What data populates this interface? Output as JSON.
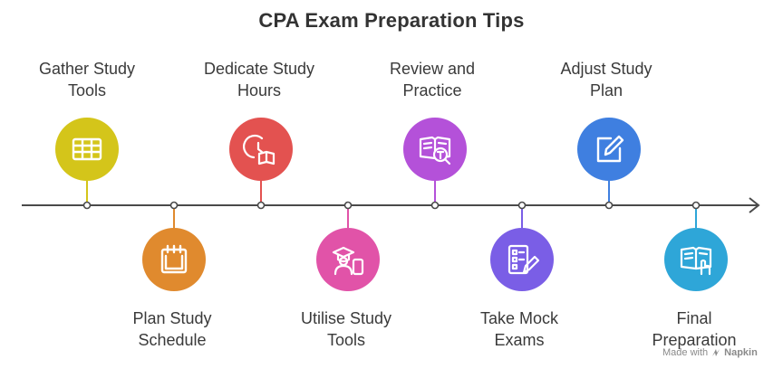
{
  "title": "CPA Exam Preparation Tips",
  "steps": [
    {
      "line1": "Gather Study",
      "line2": "Tools",
      "icon": "spreadsheet-icon",
      "color": "#d4c51a"
    },
    {
      "line1": "Plan Study",
      "line2": "Schedule",
      "icon": "calendar-icon",
      "color": "#e08a2e"
    },
    {
      "line1": "Dedicate Study",
      "line2": "Hours",
      "icon": "clock-book-icon",
      "color": "#e35250"
    },
    {
      "line1": "Utilise Study",
      "line2": "Tools",
      "icon": "graduate-device-icon",
      "color": "#e153a8"
    },
    {
      "line1": "Review and",
      "line2": "Practice",
      "icon": "book-search-icon",
      "color": "#b451d9"
    },
    {
      "line1": "Take Mock",
      "line2": "Exams",
      "icon": "exam-checklist-icon",
      "color": "#7a5ee6"
    },
    {
      "line1": "Adjust Study",
      "line2": "Plan",
      "icon": "edit-icon",
      "color": "#3f7fe0"
    },
    {
      "line1": "Final",
      "line2": "Preparation",
      "icon": "reading-book-icon",
      "color": "#2ea6d8"
    }
  ],
  "footer": {
    "made_with": "Made with",
    "brand": "Napkin"
  }
}
